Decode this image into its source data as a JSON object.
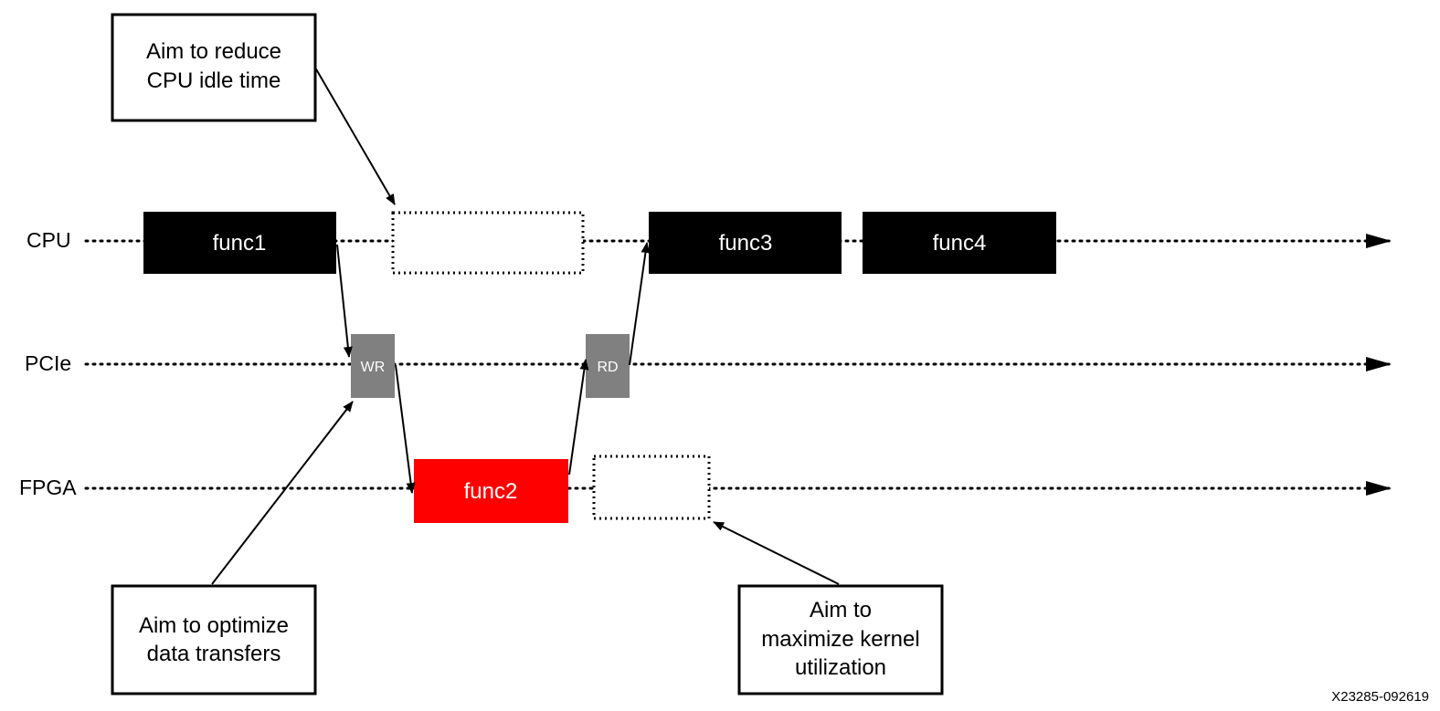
{
  "lanes": {
    "cpu": "CPU",
    "pcie": "PCIe",
    "fpga": "FPGA"
  },
  "blocks": {
    "func1": "func1",
    "func2": "func2",
    "func3": "func3",
    "func4": "func4",
    "wr": "WR",
    "rd": "RD"
  },
  "notes": {
    "cpu_idle": [
      "Aim to reduce",
      "CPU idle time"
    ],
    "data_transfers": [
      "Aim to optimize",
      "data transfers"
    ],
    "kernel_util": [
      "Aim to",
      "maximize kernel",
      "utilization"
    ]
  },
  "figure_id": "X23285-092619",
  "colors": {
    "cpu_block": "#000000",
    "fpga_block": "#ff0000",
    "transfer_block": "#808080",
    "background": "#ffffff"
  }
}
